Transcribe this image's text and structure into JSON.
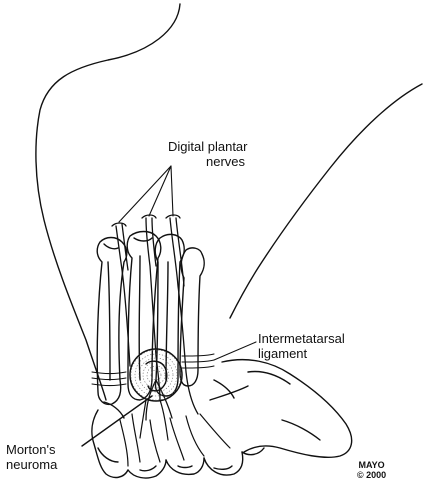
{
  "labels": {
    "digital_plantar_nerves": {
      "line1": "Digital plantar",
      "line2": "nerves"
    },
    "intermetatarsal_ligament": {
      "line1": "Intermetatarsal",
      "line2": "ligament"
    },
    "mortons_neuroma": {
      "line1": "Morton's",
      "line2": "neuroma"
    }
  },
  "credit": {
    "line1": "MAYO",
    "line2": "© 2000"
  }
}
